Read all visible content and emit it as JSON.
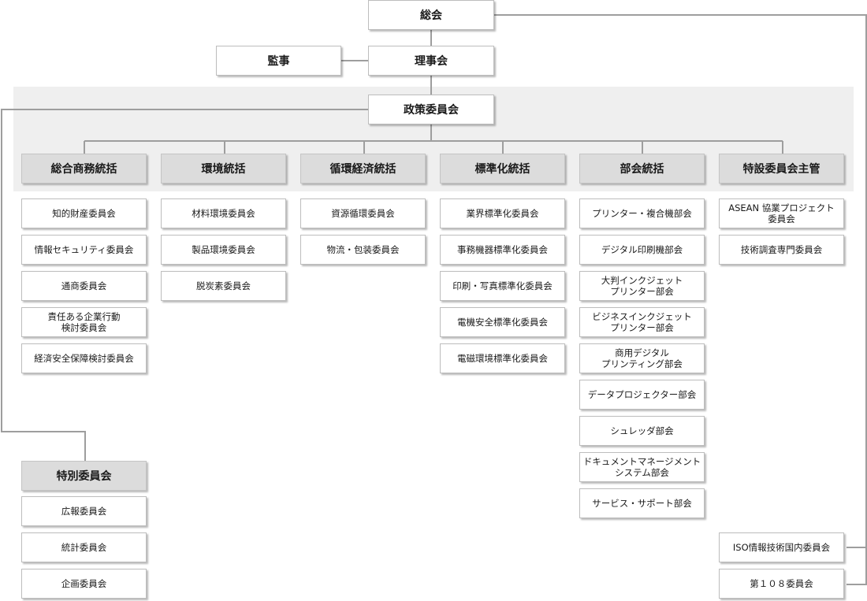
{
  "top": {
    "general_assembly": "総会",
    "auditor": "監事",
    "board": "理事会",
    "policy_committee": "政策委員会"
  },
  "columns": [
    {
      "header": "総合商務統括",
      "items": [
        "知的財産委員会",
        "情報セキュリティ委員会",
        "通商委員会",
        "責任ある企業行動\n検討委員会",
        "経済安全保障検討委員会"
      ]
    },
    {
      "header": "環境統括",
      "items": [
        "材料環境委員会",
        "製品環境委員会",
        "脱炭素委員会"
      ]
    },
    {
      "header": "循環経済統括",
      "items": [
        "資源循環委員会",
        "物流・包装委員会"
      ]
    },
    {
      "header": "標準化統括",
      "items": [
        "業界標準化委員会",
        "事務機器標準化委員会",
        "印刷・写真標準化委員会",
        "電機安全標準化委員会",
        "電磁環境標準化委員会"
      ]
    },
    {
      "header": "部会統括",
      "items": [
        "プリンター・複合機部会",
        "デジタル印刷機部会",
        "大判インクジェット\nプリンター部会",
        "ビジネスインクジェット\nプリンター部会",
        "商用デジタル\nプリンティング部会",
        "データプロジェクター部会",
        "シュレッダ部会",
        "ドキュメントマネージメント\nシステム部会",
        "サービス・サポート部会"
      ]
    },
    {
      "header": "特設委員会主管",
      "items": [
        "ASEAN 協業プロジェクト\n委員会",
        "技術調査専門委員会"
      ]
    }
  ],
  "special": {
    "header": "特別委員会",
    "items": [
      "広報委員会",
      "統計委員会",
      "企画委員会"
    ]
  },
  "bottom_right": [
    "ISO情報技術国内委員会",
    "第１０８委員会"
  ]
}
